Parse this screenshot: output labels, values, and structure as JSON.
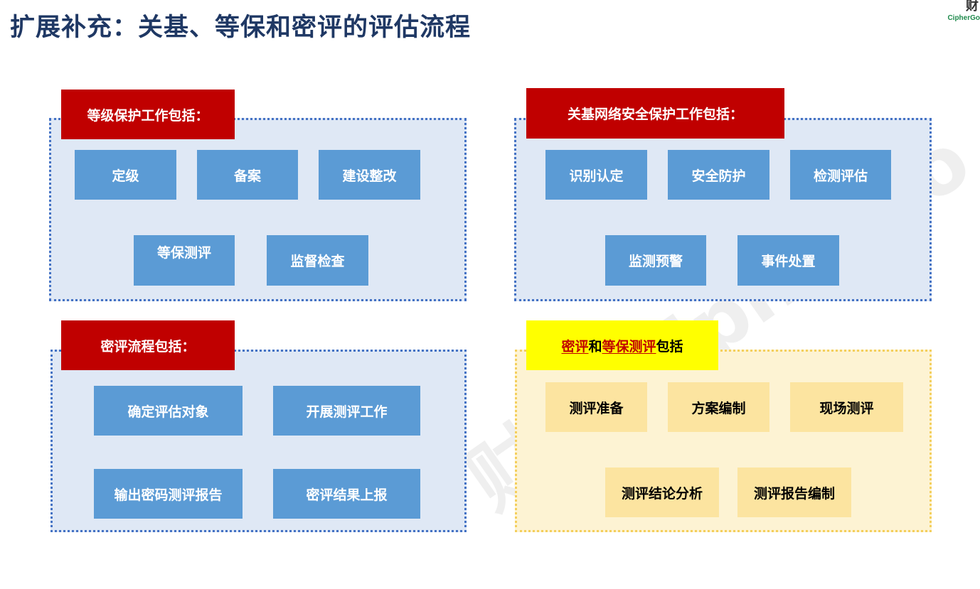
{
  "title": "扩展补充：关基、等保和密评的评估流程",
  "logo": {
    "glyph": "财",
    "text": "CipherGo"
  },
  "colors": {
    "tag_red": "#c00000",
    "box_blue": "#5b9bd5",
    "panel_blue": "#dfe8f5",
    "tag_yellow": "#ffff00",
    "box_yellow": "#fce4a0"
  },
  "panels": {
    "djbh": {
      "label": "等级保护工作包括：",
      "items": [
        "定级",
        "备案",
        "建设整改",
        "等保测评",
        "监督检查"
      ]
    },
    "gj": {
      "label": "关基网络安全保护工作包括：",
      "items": [
        "识别认定",
        "安全防护",
        "检测评估",
        "监测预警",
        "事件处置"
      ]
    },
    "mp": {
      "label": "密评流程包括：",
      "items": [
        "确定评估对象",
        "开展测评工作",
        "输出密码测评报告",
        "密评结果上报"
      ]
    },
    "mp_db": {
      "label_parts": {
        "a": "密评",
        "b": "和",
        "c": "等保测评",
        "d": "包括"
      },
      "items": [
        "测评准备",
        "方案编制",
        "现场测评",
        "测评结论分析",
        "测评报告编制"
      ]
    }
  }
}
